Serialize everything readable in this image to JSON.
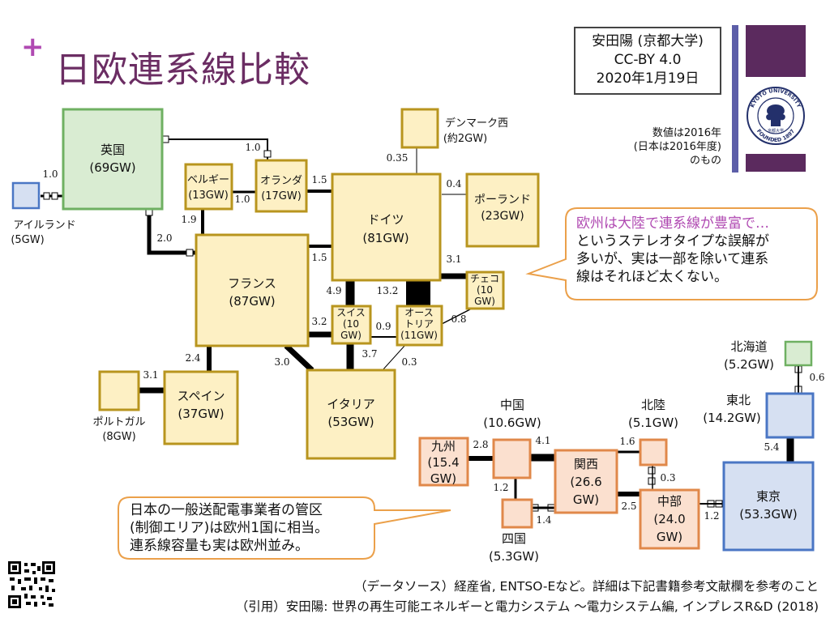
{
  "title": "日欧連系線比較",
  "plus": "+",
  "credit": {
    "line1": "安田陽 (京都大学)",
    "line2": "CC-BY 4.0",
    "line3": "2020年1月19日"
  },
  "note": {
    "line1": "数値は2016年",
    "line2": "(日本は2016年度)",
    "line3": "のもの"
  },
  "logo_text": {
    "top": "KYOTO UNIVERSITY",
    "bottom": "FOUNDED 1897",
    "center": "京都大学"
  },
  "callout_europe": {
    "line1": "欧州は大陸で連系線が豊富で…",
    "line2": "というステレオタイプな誤解が",
    "line3": "多いが、実は一部を除いて連系",
    "line4": "線はそれほど太くない。"
  },
  "callout_japan": {
    "line1": "日本の一般送配電事業者の管区",
    "line2": "(制御エリア)は欧州1国に相当。",
    "line3": "連系線容量も実は欧州並み。"
  },
  "footer": {
    "source": "（データソース）経産省, ENTSO-Eなど。詳細は下記書籍参考文献欄を参考のこと",
    "citation": "（引用）安田陽: 世界の再生可能エネルギーと電力システム 〜電力システム編, インプレスR&D (2018)"
  },
  "colors": {
    "europe_fill": "#fdf0c4",
    "europe_stroke": "#b8951e",
    "uk_fill": "#d9ecd2",
    "uk_stroke": "#6fb062",
    "japan_west_fill": "#fbe0cf",
    "japan_west_stroke": "#e0884a",
    "japan_east_fill": "#d6e0f2",
    "japan_east_stroke": "#4a76c4",
    "hokkaido_fill": "#d9ecd2",
    "title": "#6b2d63",
    "accent_bar": "#5b2a5e",
    "callout_highlight": "#b04ab2"
  },
  "regions": {
    "uk": {
      "name": "英国",
      "cap": "(69GW)"
    },
    "ireland": {
      "name": "アイルランド",
      "cap": "(5GW)"
    },
    "belgium": {
      "name": "ベルギー",
      "cap": "(13GW)"
    },
    "netherlands": {
      "name": "オランダ",
      "cap": "(17GW)"
    },
    "denmark": {
      "name": "デンマーク西",
      "cap": "(約2GW)"
    },
    "germany": {
      "name": "ドイツ",
      "cap": "(81GW)"
    },
    "poland": {
      "name": "ポーランド",
      "cap": "(23GW)"
    },
    "france": {
      "name": "フランス",
      "cap": "(87GW)"
    },
    "czech": {
      "name": "チェコ",
      "cap": "(10",
      "cap2": "GW)"
    },
    "swiss": {
      "name": "スイス",
      "cap": "(10",
      "cap2": "GW)"
    },
    "austria": {
      "name": "オース",
      "name2": "トリア",
      "cap": "(11GW)"
    },
    "spain": {
      "name": "スペイン",
      "cap": "(37GW)"
    },
    "portugal": {
      "name": "ポルトガル",
      "cap": "(8GW)"
    },
    "italy": {
      "name": "イタリア",
      "cap": "(53GW)"
    },
    "hokkaido": {
      "name": "北海道",
      "cap": "(5.2GW)"
    },
    "tohoku": {
      "name": "東北",
      "cap": "(14.2GW)"
    },
    "tokyo": {
      "name": "東京",
      "cap": "(53.3GW)"
    },
    "chubu": {
      "name": "中部",
      "cap": "(24.0",
      "cap2": "GW)"
    },
    "hokuriku": {
      "name": "北陸",
      "cap": "(5.1GW)"
    },
    "kansai": {
      "name": "関西",
      "cap": "(26.6",
      "cap2": "GW)"
    },
    "chugoku": {
      "name": "中国",
      "cap": "(10.6GW)"
    },
    "shikoku": {
      "name": "四国",
      "cap": "(5.3GW)"
    },
    "kyushu": {
      "name": "九州",
      "cap": "(15.4",
      "cap2": "GW)"
    }
  },
  "links": {
    "uk_ie": "1.0",
    "uk_nl": "1.0",
    "uk_fr": "2.0",
    "be_nl": "1.0",
    "be_fr": "1.9",
    "nl_de": "1.5",
    "dk_de": "0.35",
    "de_pl": "0.4",
    "fr_de": "1.5",
    "de_cz": "3.1",
    "de_ch": "4.9",
    "de_at": "13.2",
    "fr_ch": "3.2",
    "ch_at": "0.9",
    "cz_at": "0.8",
    "fr_es": "2.4",
    "es_pt": "3.1",
    "fr_it": "3.0",
    "ch_it": "3.7",
    "at_it": "0.3",
    "hk_th": "0.6",
    "th_tk": "5.4",
    "tk_cb": "1.2",
    "hr_cb": "0.3",
    "kn_hr": "1.6",
    "kn_cb": "2.5",
    "cg_kn": "4.1",
    "ky_cg": "2.8",
    "cg_sk": "1.2",
    "sk_kn": "1.4"
  }
}
